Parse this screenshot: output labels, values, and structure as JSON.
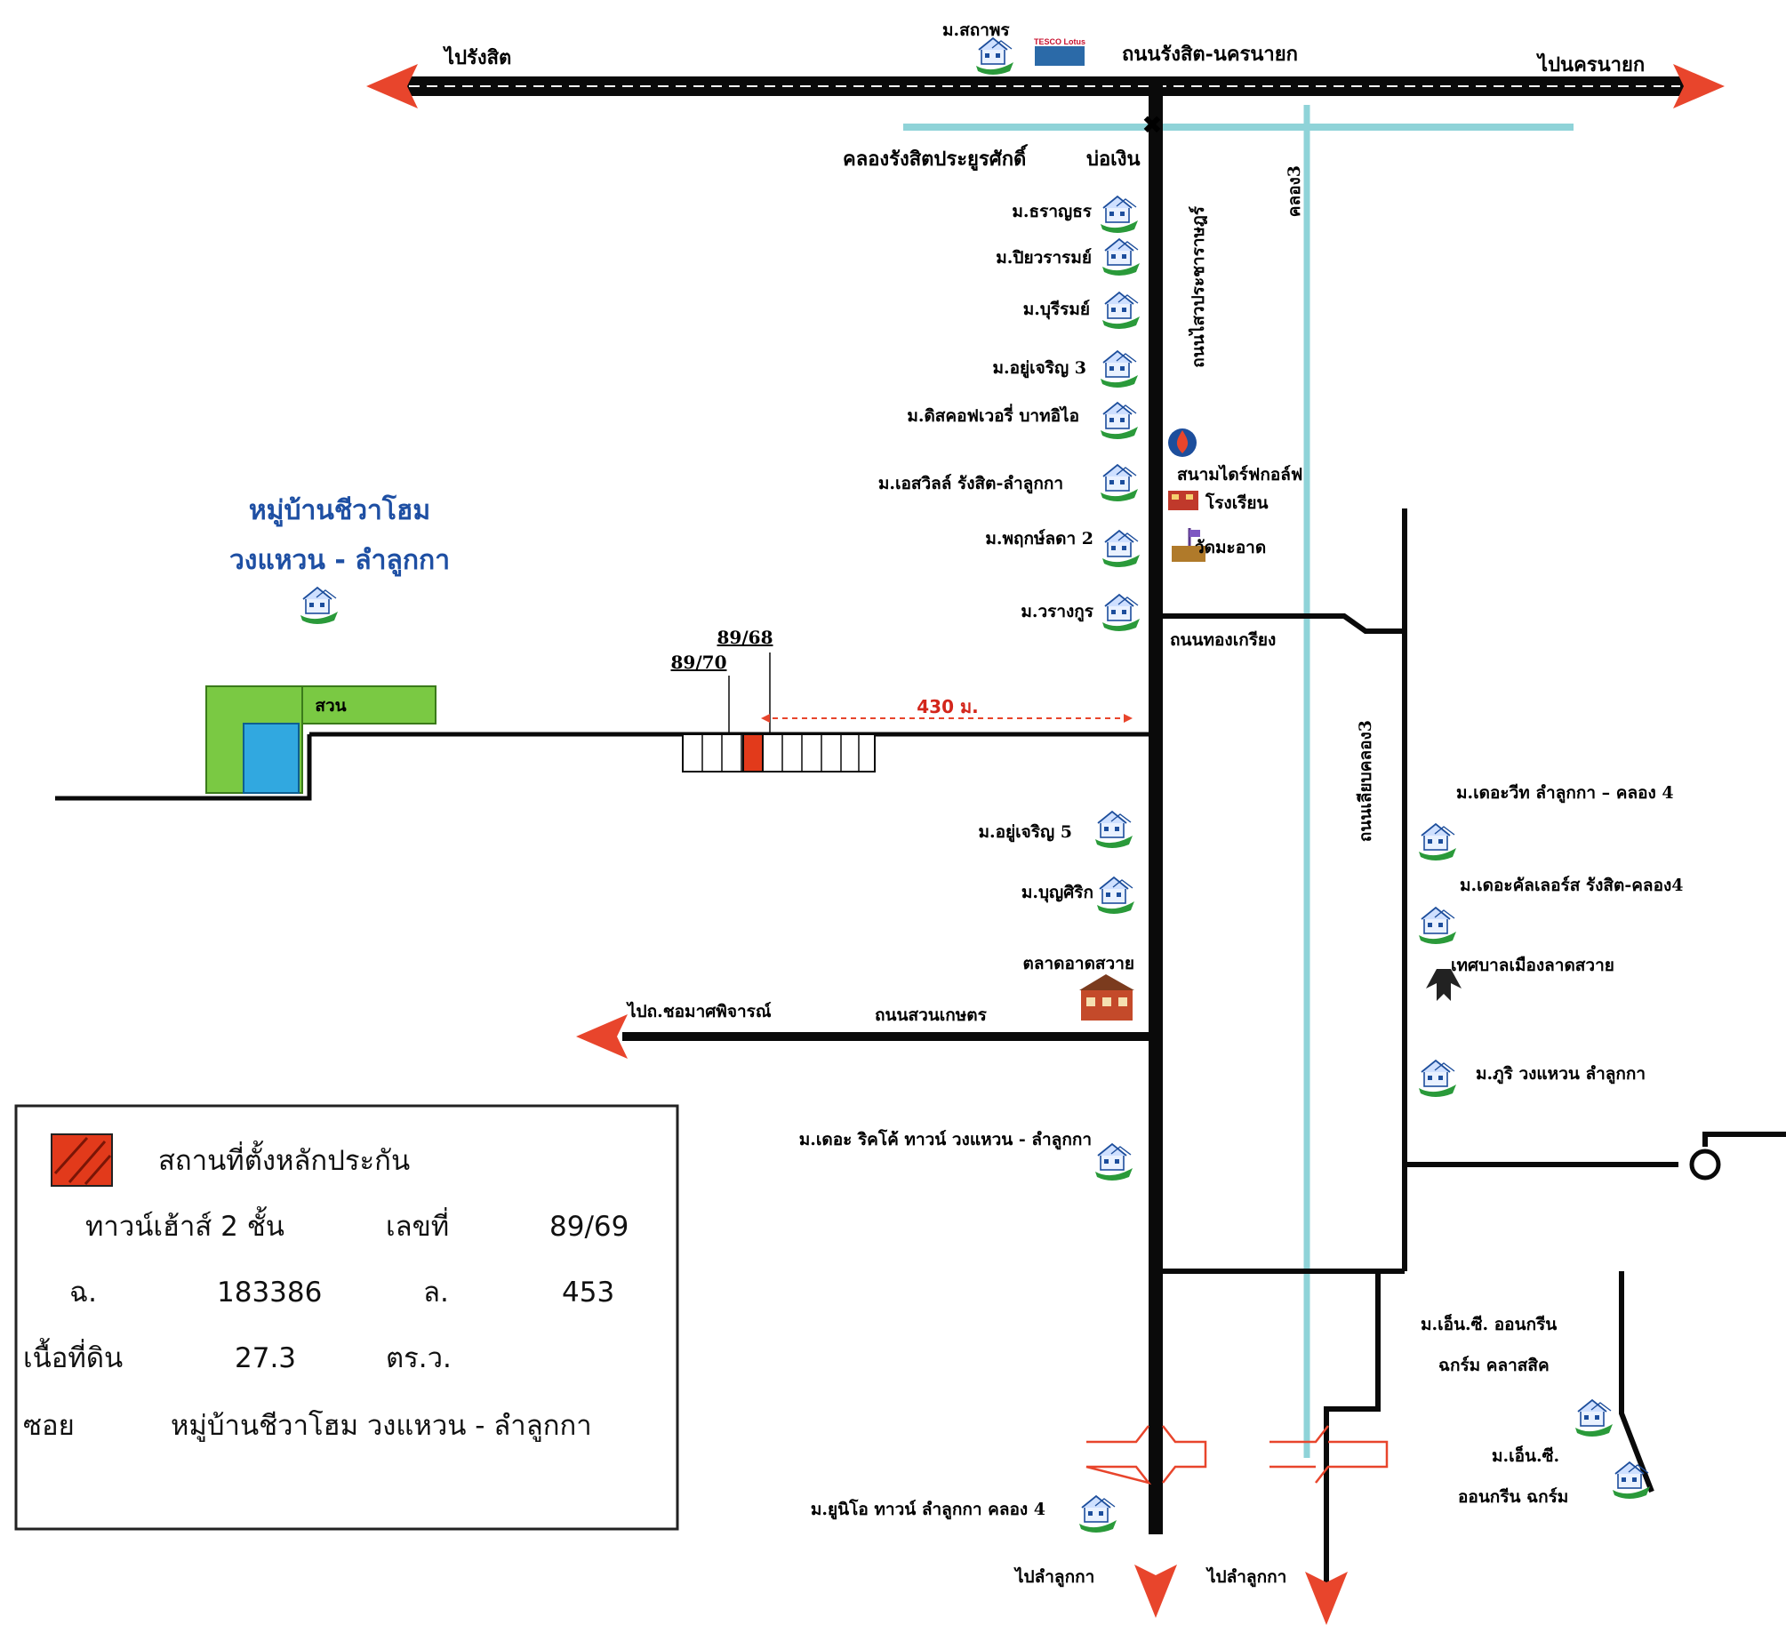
{
  "colors": {
    "road": "#0a0a0a",
    "canal": "#8fd3d8",
    "arrow": "#e8452c",
    "park_green": "#7ac943",
    "park_water": "#31a8e0",
    "plot": "#e23a1b",
    "title_blue": "#1e4fa3"
  },
  "roads": {
    "main_top": "ถนนรังสิต-นครนายก",
    "to_rangsit": "ไปรังสิต",
    "to_nakhonnayok": "ไปนครนายก",
    "main_vertical": "ถนนไสวประชาราษฎร์",
    "canal_vertical": "คลอง3",
    "khlong_side_road": "ถนนเลียบคลอง3",
    "thong_kriang": "ถนนทองเกรียง",
    "suan_kaset": "ถนนสวนเกษตร",
    "to_choeng": "ไปถ.ชอมาศพิจารณ์",
    "to_lamlukka_1": "ไปลำลูกกา",
    "to_lamlukka_2": "ไปลำลูกกา",
    "canal_top": "คลองรังสิตประยูรศักดิ์",
    "bo_ngoen": "บ่อเงิน",
    "distance": "430 ม."
  },
  "village_title": {
    "line1": "หมู่บ้านชีวาโฮม",
    "line2": "วงแหวน - ลำลูกกา",
    "park": "สวน"
  },
  "plots": {
    "left": "89/70",
    "right": "89/68"
  },
  "landmarks_top": {
    "sathaporn": "ม.สถาพร",
    "tesco": "TESCO Lotus"
  },
  "left_villages": [
    {
      "name": "ม.ธราญธร",
      "icon": "house-icon"
    },
    {
      "name": "ม.ปิยวรารมย์",
      "icon": "house-icon"
    },
    {
      "name": "ม.บุรีรมย์",
      "icon": "house-icon"
    },
    {
      "name": "ม.อยู่เจริญ 3",
      "icon": "house-icon"
    },
    {
      "name": "ม.ดิสคอฟเวอรี่ บาทอิไอ",
      "icon": "house-icon"
    },
    {
      "name": "ม.เอสวิลล์ รังสิต-ลำลูกกา",
      "icon": "house-icon"
    },
    {
      "name": "ม.พฤกษ์ลดา 2",
      "icon": "house-icon"
    },
    {
      "name": "ม.วรางกูร",
      "icon": "house-icon"
    },
    {
      "name": "ม.อยู่เจริญ 5",
      "icon": "house-icon"
    },
    {
      "name": "ม.บุญศิริก",
      "icon": "house-icon"
    },
    {
      "name": "ม.เดอะ ริคโค้ ทาวน์ วงแหวน - ลำลูกกา",
      "icon": "house-icon"
    },
    {
      "name": "ม.ยูนิโอ ทาวน์ ลำลูกกา คลอง 4",
      "icon": "house-icon"
    }
  ],
  "right_landmarks": {
    "golf": "สนามไดร์ฟกอล์ฟ",
    "school": "โรงเรียน",
    "temple": "วัดมะอาด",
    "market": "ตลาดอาดสวาย",
    "municipality": "เทศบาลเมืองลาดสวาย"
  },
  "right_villages": [
    {
      "name": "ม.เดอะวีท ลำลูกกา – คลอง 4",
      "icon": "house-icon"
    },
    {
      "name": "ม.เดอะคัลเลอร์ส รังสิต-คลอง4",
      "icon": "house-icon"
    },
    {
      "name": "ม.ภูริ วงแหวน ลำลูกกา",
      "icon": "house-icon"
    },
    {
      "name": "ม.เอ็น.ซี. ออนกรีน",
      "name2": "ฉกร์ม คลาสสิค",
      "icon": "house-icon"
    },
    {
      "name": "ม.เอ็น.ซี.",
      "name2": "ออนกรีน ฉกร์ม",
      "icon": "house-icon"
    }
  ],
  "legend": {
    "title": "สถานที่ตั้งหลักประกัน",
    "row1_type": "ทาวน์เฮ้าส์ 2 ชั้น",
    "row1_key": "เลขที่",
    "row1_val": "89/69",
    "row2_key": "ฉ.",
    "row2_val": "183386",
    "row2_key2": "ล.",
    "row2_val2": "453",
    "row3_key": "เนื้อที่ดิน",
    "row3_val": "27.3",
    "row3_unit": "ตร.ว.",
    "row4_key": "ซอย",
    "row4_val": "หมู่บ้านชีวาโฮม วงแหวน - ลำลูกกา"
  }
}
